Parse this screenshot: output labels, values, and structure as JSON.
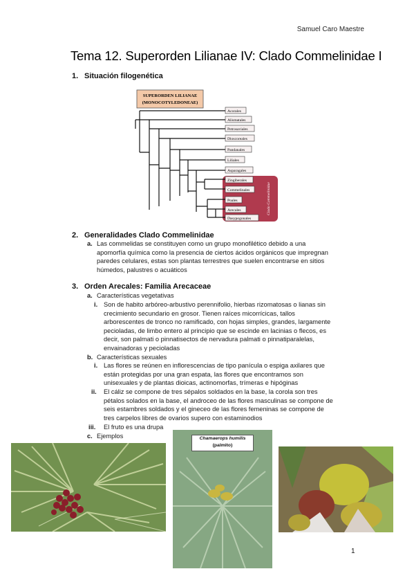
{
  "header": {
    "author": "Samuel Caro Maestre"
  },
  "title": "Tema 12. Superorden Lilianae IV: Clado Commelinidae I",
  "section1": {
    "num": "1.",
    "heading": "Situación filogenética",
    "tree": {
      "root_label_1": "SUPERORDEN LILIANAE",
      "root_label_2": "(MONOCOTYLEDONEAE)",
      "leaves": [
        "Acorales",
        "Alismatales",
        "Petrosaviales",
        "Dioscoreales",
        "Pandanales",
        "Liliales",
        "Asparagales"
      ],
      "commelinid_leaves": [
        "Zingiberales",
        "Commelinales",
        "Poales",
        "Arecales",
        "Dasypogonales"
      ],
      "clade_label": "Clado Commelinidae"
    }
  },
  "section2": {
    "num": "2.",
    "heading": "Generalidades Clado Commelinidae",
    "a_marker": "a.",
    "a_lines": [
      "Las commelidas se constituyen como un grupo monofilético debido a una",
      "apomorfía química como la presencia de ciertos ácidos orgánicos que impregnan",
      "paredes celulares, estas son plantas terrestres que suelen encontrarse en sitios",
      "húmedos, palustres o acuáticos"
    ]
  },
  "section3": {
    "num": "3.",
    "heading": "Orden Arecales: Familia Arecaceae",
    "a_marker": "a.",
    "a_label": "Características vegetativas",
    "a_i_marker": "i.",
    "a_i_lines": [
      "Son de habito arbóreo-arbustivo perennifolio, hierbas rizomatosas o lianas sin",
      "crecimiento secundario en grosor. Tienen raíces micorrícicas, tallos",
      "arborescentes de tronco no ramificado, con hojas simples, grandes, largamente",
      "pecioladas, de limbo entero al principio que se escinde en lacinias o flecos, es",
      "decir, son palmati o pinnatisectos de nervadura palmati o pinnatiparalelas,",
      "envainadoras y pecioladas"
    ],
    "b_marker": "b.",
    "b_label": "Características sexuales",
    "b_i_marker": "i.",
    "b_i_lines": [
      "Las flores se reúnen en inflorescencias de tipo panícula o espiga axilares que",
      "están protegidas por una gran espata, las flores que encontramos son",
      "unisexuales y de plantas dioicas, actinomorfas, trímeras e hipóginas"
    ],
    "b_ii_marker": "ii.",
    "b_ii_lines": [
      "El cáliz se compone de tres sépalos soldados en la base, la corola son tres",
      "pétalos solados en la base, el androceo de las flores masculinas se compone de",
      "seis estambres soldados y el gineceo de las flores femeninas se compone de",
      "tres carpelos libres de ovarios supero con estaminodios"
    ],
    "b_iii_marker": "iii.",
    "b_iii_text": "El fruto es una drupa",
    "c_marker": "c.",
    "c_label": "Ejemplos"
  },
  "photos": {
    "caption_species": "Chamaerops humilis",
    "caption_common": "(palmito)"
  },
  "page_number": "1",
  "colors": {
    "root_box": "#f4c9a8",
    "clade_box": "#b03a4e",
    "leaf_box": "#f7f0f0",
    "photo1_bg": "#6a8a4a",
    "photo2_bg": "#7fa07a",
    "photo3_bg": "#8a7a52"
  }
}
